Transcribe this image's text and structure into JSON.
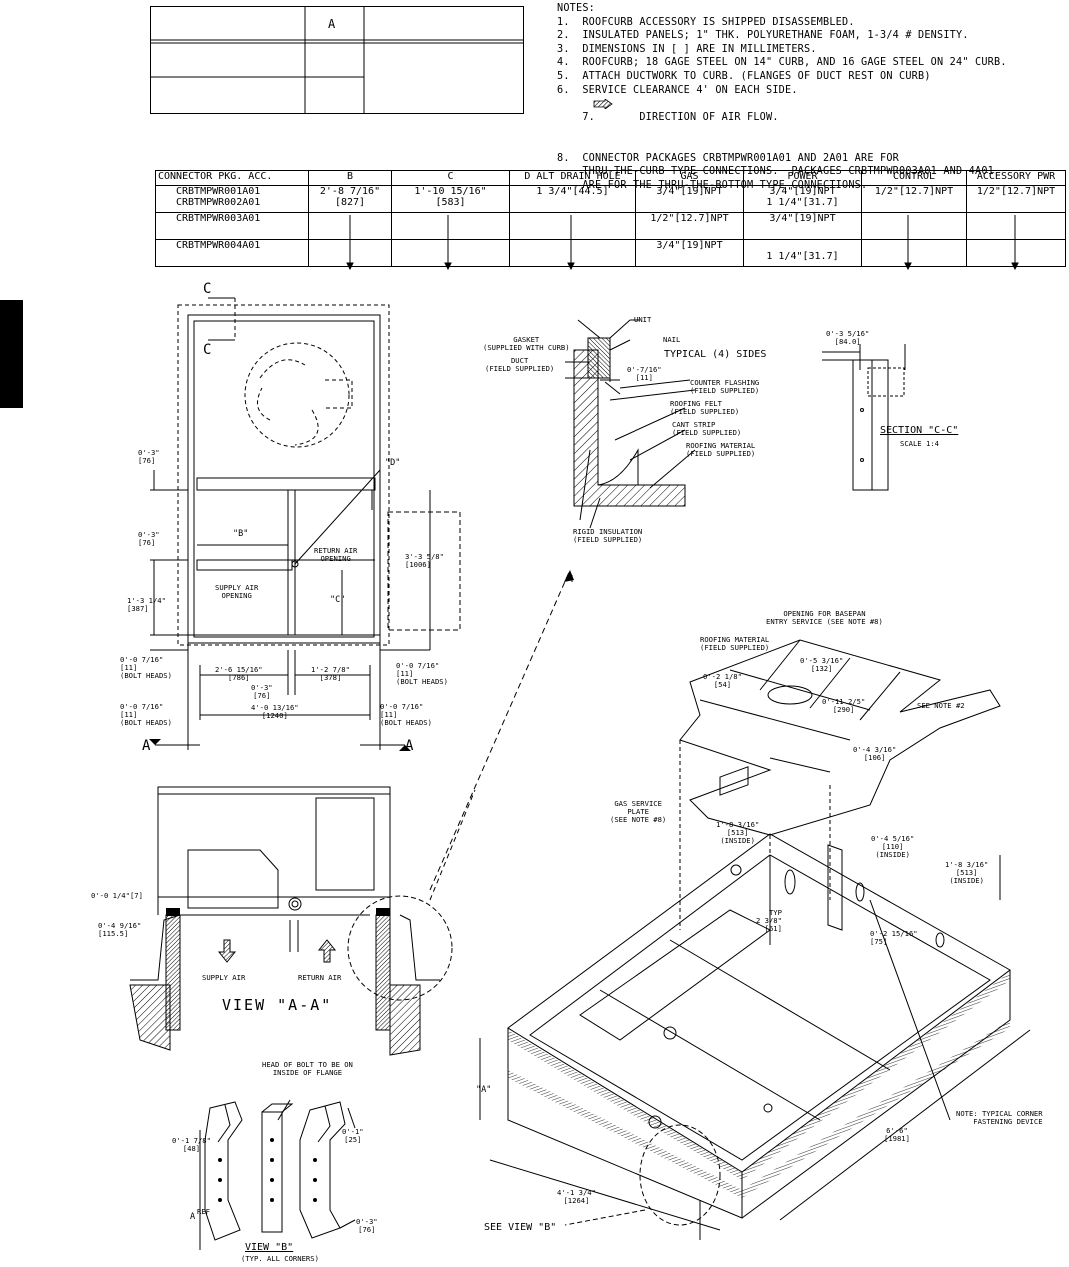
{
  "size_table": {
    "header_a": "A"
  },
  "notes": {
    "heading": "NOTES:",
    "items": [
      "1.  ROOFCURB ACCESSORY IS SHIPPED DISASSEMBLED.",
      "2.  INSULATED PANELS; 1\" THK. POLYURETHANE FOAM, 1-3/4 # DENSITY.",
      "3.  DIMENSIONS IN [ ] ARE IN MILLIMETERS.",
      "4.  ROOFCURB; 18 GAGE STEEL ON 14\" CURB, AND 16 GAGE STEEL ON 24\" CURB.",
      "5.  ATTACH DUCTWORK TO CURB. (FLANGES OF DUCT REST ON CURB)",
      "6.  SERVICE CLEARANCE 4' ON EACH SIDE.",
      "7.       DIRECTION OF AIR FLOW.",
      "8.  CONNECTOR PACKAGES CRBTMPWR001A01 AND 2A01 ARE FOR",
      "    THRU-THE-CURB TYPE CONNECTIONS.  PACKAGES CRBTMPWR003A01 AND 4A01",
      "    ARE FOR THE THRU-THE-BOTTOM TYPE CONNECTIONS."
    ]
  },
  "connector_table": {
    "headers": [
      "CONNECTOR PKG. ACC.",
      "B",
      "C",
      "D ALT DRAIN HOLE",
      "GAS",
      "POWER",
      "CONTROL",
      "ACCESSORY PWR"
    ],
    "rows": [
      {
        "pkg": "CRBTMPWR001A01\nCRBTMPWR002A01",
        "b": "2'-8 7/16\"\n[827]",
        "c": "1'-10 15/16\"\n[583]",
        "d": "1 3/4\"[44.5]",
        "gas": "3/4\"[19]NPT",
        "power": "3/4\"[19]NPT\n1 1/4\"[31.7]",
        "control": "1/2\"[12.7]NPT",
        "acc": "1/2\"[12.7]NPT"
      },
      {
        "pkg": "CRBTMPWR003A01",
        "b": "",
        "c": "",
        "d": "",
        "gas": "1/2\"[12.7]NPT",
        "power": "3/4\"[19]NPT",
        "control": "",
        "acc": ""
      },
      {
        "pkg": "CRBTMPWR004A01",
        "b": "",
        "c": "",
        "d": "",
        "gas": "3/4\"[19]NPT",
        "power": "\n1 1/4\"[31.7]",
        "control": "",
        "acc": ""
      }
    ]
  },
  "plan_view": {
    "section_c_top": "C",
    "section_c_bottom": "C",
    "d_label": "\"D\"",
    "b_label": "\"B\"",
    "c_label": "\"C\"",
    "return_air": "RETURN AIR\nOPENING",
    "supply_air": "SUPPLY AIR\nOPENING",
    "dim_03_top": "0'-3\"\n[76]",
    "dim_03_mid": "0'-3\"\n[76]",
    "dim_1_3_1_4": "1'-3 1/4\"\n[387]",
    "dim_3_3_5_8": "3'-3 5/8\"\n[1006]",
    "dim_007_16_left": "0'-0 7/16\"\n[11]\n(BOLT HEADS)",
    "dim_007_16_right": "0'-0 7/16\"\n[11]\n(BOLT HEADS)",
    "dim_2_6": "2'-6 15/16\"\n[786]",
    "dim_1_2": "1'-2 7/8\"\n[378]",
    "dim_03_bottom": "0'-3\"\n[76]",
    "dim_4_0": "4'-0 13/16\"\n[1240]",
    "dim_007_16_bl": "0'-0 7/16\"\n[11]\n(BOLT HEADS)",
    "dim_007_16_br": "0'-0 7/16\"\n[11]\n(BOLT HEADS)",
    "section_a_left": "A",
    "section_a_right": "A"
  },
  "view_aa": {
    "title": "VIEW \"A-A\"",
    "supply": "SUPPLY AIR",
    "return": "RETURN AIR",
    "dim_1_4": "0'-0 1/4\"[7]",
    "dim_4_9_16": "0'-4 9/16\"\n[115.5]"
  },
  "curb_detail": {
    "unit": "UNIT",
    "gasket": "GASKET\n(SUPPLIED WITH CURB)",
    "nail": "NAIL",
    "typical": "TYPICAL (4) SIDES",
    "duct": "DUCT\n(FIELD SUPPLIED)",
    "dim_07_16": "0'-7/16\"\n[11]",
    "counter_flashing": "COUNTER FLASHING\n(FIELD SUPPLIED)",
    "roofing_felt": "ROOFING FELT\n(FIELD SUPPLIED)",
    "cant_strip": "CANT STRIP\n(FIELD SUPPLIED)",
    "roofing_material": "ROOFING MATERIAL\n(FIELD SUPPLIED)",
    "rigid": "RIGID INSULATION\n(FIELD SUPPLIED)"
  },
  "section_cc": {
    "dim": "0'-3 5/16\"\n[84.0]",
    "title": "SECTION \"C-C\"",
    "scale": "SCALE 1:4"
  },
  "iso_view": {
    "opening": "OPENING FOR BASEPAN\nENTRY SERVICE (SEE NOTE #8)",
    "roofing": "ROOFING MATERIAL\n(FIELD SUPPLIED)",
    "dim_0_5_3_16": "0'-5 3/16\"\n[132]",
    "dim_0_2_1_8": "0'-2 1/8\"\n[54]",
    "dim_0_11_2_5": "0'-11 2/5\"\n[290]",
    "see_note_2": "SEE NOTE #2",
    "dim_0_4_3_16": "0'-4 3/16\"\n[106]",
    "gas_plate": "GAS SERVICE\nPLATE\n(SEE NOTE #8)",
    "dim_1_8_left": "1'-8 3/16\"\n[513]\n(INSIDE)",
    "dim_0_4_5_16": "0'-4 5/16\"\n[110]\n(INSIDE)",
    "dim_1_8_right": "1'-8 3/16\"\n[513]\n(INSIDE)",
    "typ": "TYP\n2 3/8\"\n[61]",
    "dim_0_2_15_16": "0'-2 15/16\"\n[75]",
    "a_label": "\"A\"",
    "note_corner": "NOTE: TYPICAL CORNER\nFASTENING DEVICE",
    "dim_6_6": "6'-6\"\n[1981]",
    "dim_4_1": "4'-1 3/4\"\n[1264]",
    "see_view_b": "SEE VIEW \"B\""
  },
  "view_b": {
    "head": "HEAD OF BOLT TO BE ON\nINSIDE OF FLANGE",
    "dim_1_7_8": "0'-1 7/8\"\n[48]",
    "dim_0_1": "0'-1\"\n[25]",
    "a_ref": "A",
    "ref": "REF",
    "dim_0_3": "0'-3\"\n[76]",
    "title": "VIEW \"B\"",
    "subtitle": "(TYP. ALL CORNERS)"
  }
}
